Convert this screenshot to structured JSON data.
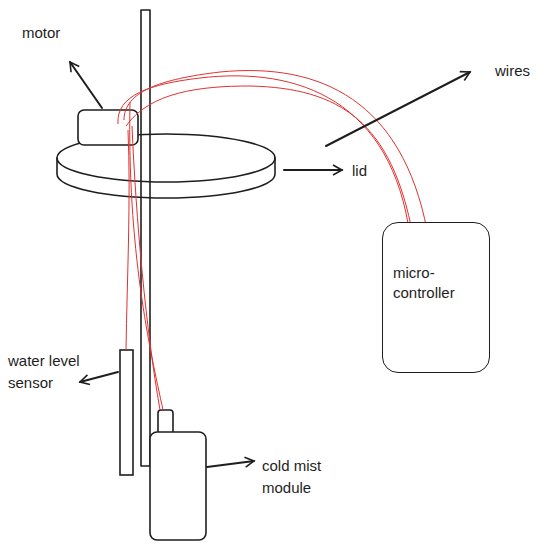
{
  "diagram": {
    "nodes": [
      {
        "text": [
          "micro- controller"
        ]
      }
    ],
    "labels": [
      "motor",
      "lid",
      "wires",
      "water level sensor",
      "cold mist module"
    ]
  }
}
